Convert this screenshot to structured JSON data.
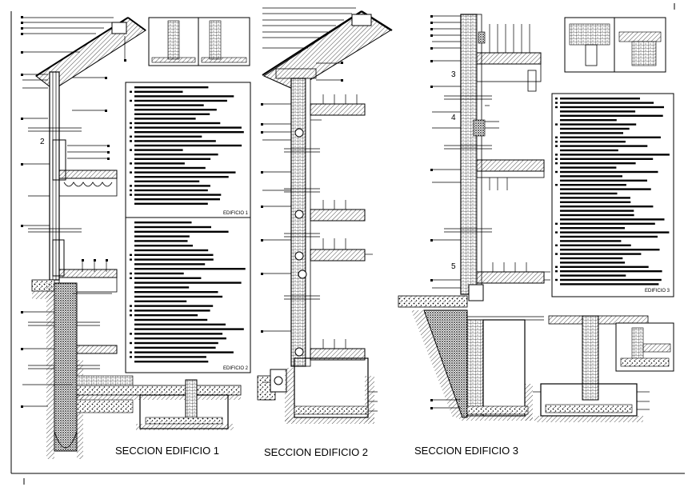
{
  "sections": [
    {
      "id": "e1",
      "title": "SECCION EDIFICIO 1",
      "legend_caption": "EDIFICIO 1",
      "legend2_caption": "EDIFICIO 2",
      "detail_marks": [
        "2"
      ]
    },
    {
      "id": "e2",
      "title": "SECCION EDIFICIO 2"
    },
    {
      "id": "e3",
      "title": "SECCION EDIFICIO 3",
      "legend_caption": "EDIFICIO 3",
      "detail_marks": [
        "3",
        "4",
        "5"
      ]
    }
  ],
  "colors": {
    "line": "#000000",
    "background": "#ffffff",
    "hatch": "#555555"
  }
}
